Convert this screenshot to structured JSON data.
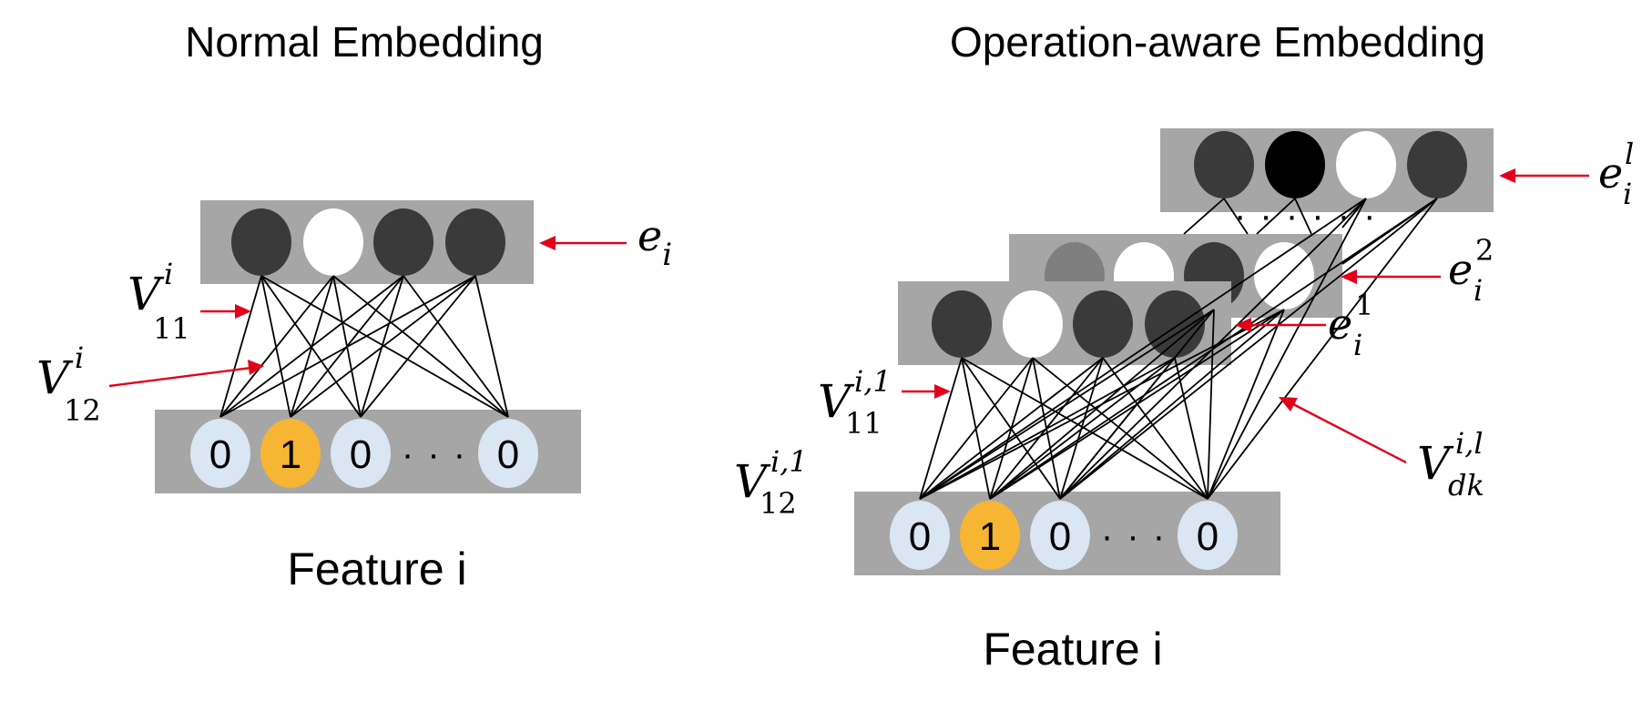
{
  "left": {
    "title": "Normal Embedding",
    "feature_label": "Feature i",
    "onehot": [
      "0",
      "1",
      "0",
      "· · ·",
      "0"
    ],
    "labels": {
      "e": {
        "base": "e",
        "sub": "i"
      },
      "v11": {
        "base": "V",
        "sup": "i",
        "sub": "11"
      },
      "v12": {
        "base": "V",
        "sup": "i",
        "sub": "12"
      }
    }
  },
  "right": {
    "title": "Operation-aware Embedding",
    "feature_label": "Feature i",
    "onehot": [
      "0",
      "1",
      "0",
      "· · ·",
      "0"
    ],
    "layer_dots": "· · · · · ·",
    "labels": {
      "el": {
        "base": "e",
        "sub": "i",
        "sup": "l"
      },
      "e2": {
        "base": "e",
        "sub": "i",
        "sup": "2"
      },
      "e1": {
        "base": "e",
        "sub": "i",
        "sup": "1"
      },
      "v11": {
        "base": "V",
        "sup": "i,1",
        "sub": "11"
      },
      "v12": {
        "base": "V",
        "sup": "i,1",
        "sub": "12"
      },
      "vdk": {
        "base": "V",
        "sup": "i,l",
        "sub": "dk"
      }
    }
  },
  "colors": {
    "bar": "#a6a6a6",
    "node_dark": "#3a3a3a",
    "node_black": "#000000",
    "node_white": "#ffffff",
    "node_gray": "#7f7f7f",
    "onehot_off": "#dae6f2",
    "onehot_on": "#f7b534",
    "arrow": "#e2001a"
  }
}
